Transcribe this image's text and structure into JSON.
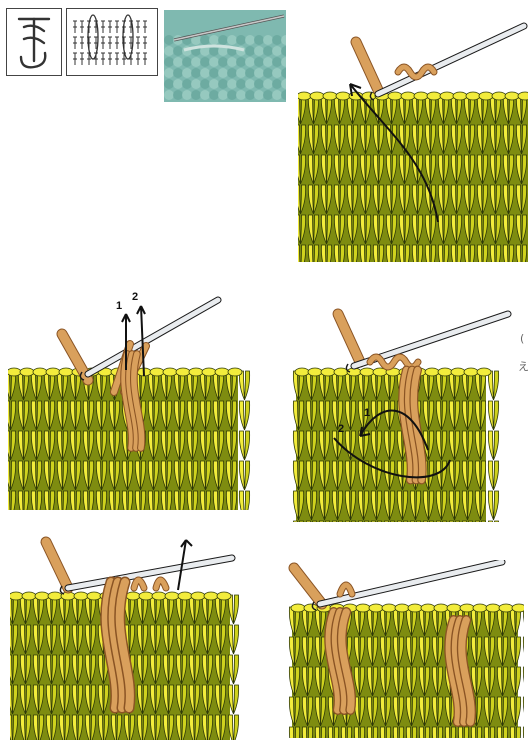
{
  "steps": {
    "step2": {
      "labels": [
        "1",
        "2"
      ]
    },
    "step3": {
      "labels": [
        "2",
        "1"
      ]
    }
  },
  "edge_fragments": [
    "(",
    "え"
  ],
  "colors": {
    "fabric_light": "#f2ec3c",
    "fabric_mid": "#cfd21e",
    "fabric_dark": "#7e8c10",
    "fabric_shadow": "#2f3a08",
    "yarn_tan": "#d9a05c",
    "yarn_tan_dark": "#8a5424",
    "hook": "#e9ecef",
    "hook_outline": "#1a1a1a",
    "symbol_stroke": "#333333",
    "photo_bg": "#7fb9b0"
  },
  "icons": [
    "post-stitch-symbol-icon",
    "stitch-chart-icon",
    "sample-photo"
  ]
}
